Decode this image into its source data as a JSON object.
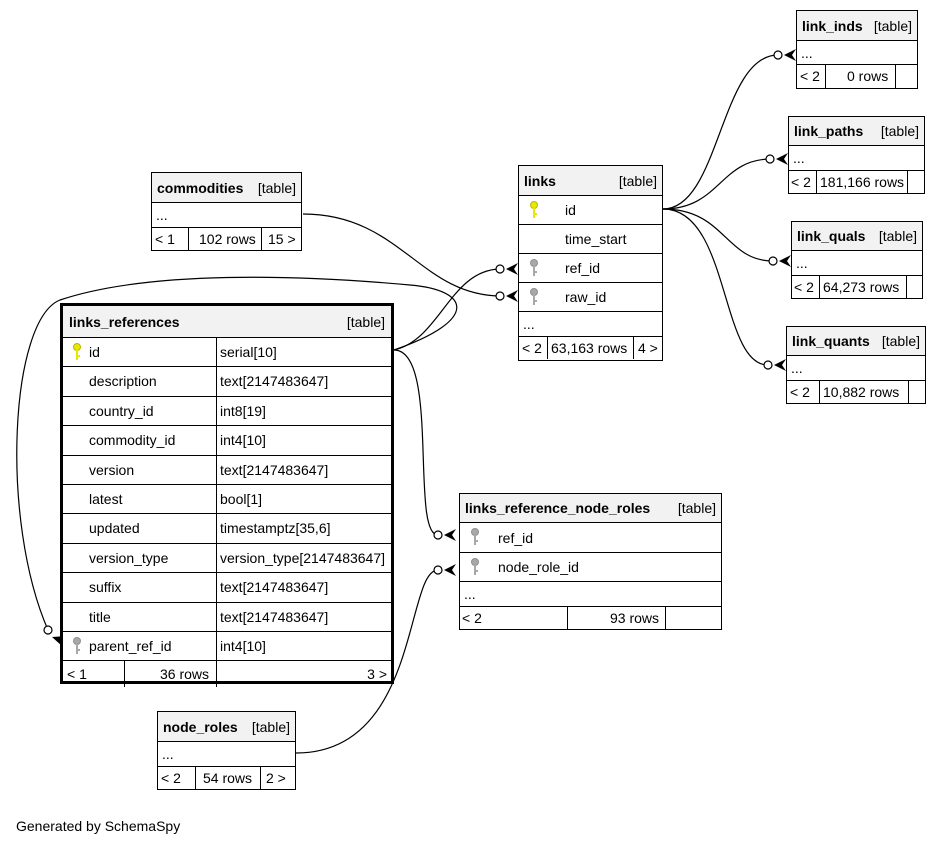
{
  "generator": "Generated by SchemaSpy",
  "type_label": "[table]",
  "tables": {
    "link_inds": {
      "name": "link_inds",
      "ellipsis": "...",
      "parents": "< 2",
      "rows": "0 rows"
    },
    "link_paths": {
      "name": "link_paths",
      "ellipsis": "...",
      "parents": "< 2",
      "rows": "181,166 rows"
    },
    "link_quals": {
      "name": "link_quals",
      "ellipsis": "...",
      "parents": "< 2",
      "rows": "64,273 rows"
    },
    "link_quants": {
      "name": "link_quants",
      "ellipsis": "...",
      "parents": "< 2",
      "rows": "10,882 rows"
    },
    "commodities": {
      "name": "commodities",
      "ellipsis": "...",
      "parents": "< 1",
      "rows": "102 rows",
      "children": "15 >"
    },
    "links": {
      "name": "links",
      "columns": [
        "id",
        "time_start",
        "ref_id",
        "raw_id"
      ],
      "ellipsis": "...",
      "parents": "< 2",
      "rows": "63,163 rows",
      "children": "4 >"
    },
    "links_references": {
      "name": "links_references",
      "columns": [
        {
          "name": "id",
          "type": "serial[10]"
        },
        {
          "name": "description",
          "type": "text[2147483647]"
        },
        {
          "name": "country_id",
          "type": "int8[19]"
        },
        {
          "name": "commodity_id",
          "type": "int4[10]"
        },
        {
          "name": "version",
          "type": "text[2147483647]"
        },
        {
          "name": "latest",
          "type": "bool[1]"
        },
        {
          "name": "updated",
          "type": "timestamptz[35,6]"
        },
        {
          "name": "version_type",
          "type": "version_type[2147483647]"
        },
        {
          "name": "suffix",
          "type": "text[2147483647]"
        },
        {
          "name": "title",
          "type": "text[2147483647]"
        },
        {
          "name": "parent_ref_id",
          "type": "int4[10]"
        }
      ],
      "parents": "< 1",
      "rows": "36 rows",
      "children": "3 >"
    },
    "links_reference_node_roles": {
      "name": "links_reference_node_roles",
      "columns": [
        "ref_id",
        "node_role_id"
      ],
      "ellipsis": "...",
      "parents": "< 2",
      "rows": "93 rows"
    },
    "node_roles": {
      "name": "node_roles",
      "ellipsis": "...",
      "parents": "< 2",
      "rows": "54 rows",
      "children": "2 >"
    }
  },
  "colors": {
    "primary_key": "#e8e800",
    "foreign_key": "#a8a8a8",
    "header": "#f2f2f2"
  }
}
